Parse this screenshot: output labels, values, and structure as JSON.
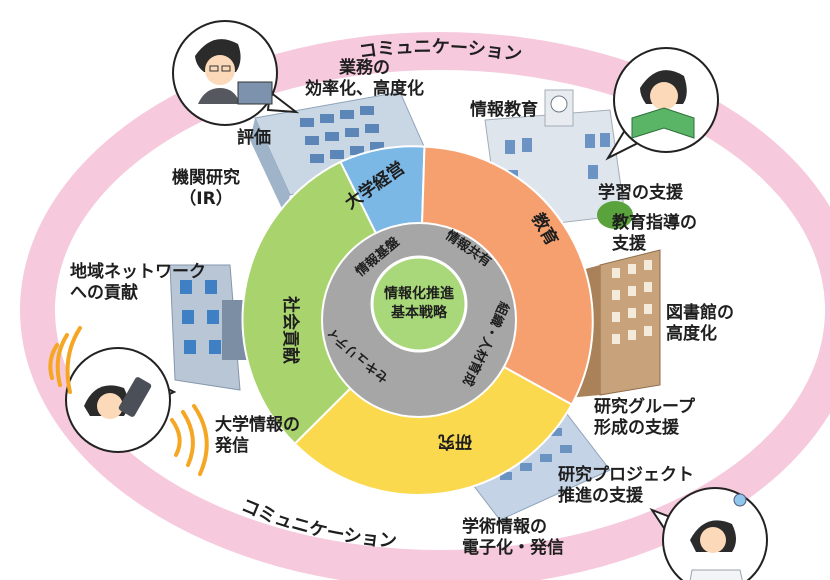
{
  "diagram": {
    "center": {
      "line1": "情報化推進",
      "line2": "基本戦略"
    },
    "inner_ring": {
      "items": [
        "情報基盤",
        "情報共有",
        "組織・人材育成",
        "セキュリティ"
      ]
    },
    "outer_ring": {
      "segments": [
        {
          "label": "大学経営",
          "color": "#7cb8e6"
        },
        {
          "label": "教育",
          "color": "#f6a070"
        },
        {
          "label": "研究",
          "color": "#fbd94e"
        },
        {
          "label": "社会貢献",
          "color": "#a9d36c"
        }
      ]
    },
    "communication": {
      "top": "コミュニケーション",
      "bottom": "コミュニケーション"
    },
    "labels": {
      "efficiency": "業務の\n効率化、高度化",
      "evaluation": "評価",
      "ir": "機関研究\n（IR）",
      "info_edu": "情報教育",
      "learning_support": "学習の支援",
      "edu_guidance": "教育指導の\n支援",
      "library": "図書館の\n高度化",
      "research_group": "研究グループ\n形成の支援",
      "research_project": "研究プロジェクト\n推進の支援",
      "academic_info": "学術情報の\n電子化・発信",
      "regional_network": "地域ネットワーク\nへの貢献",
      "univ_info": "大学情報の\n発信"
    }
  },
  "colors": {
    "outer_ellipse": "#f6c9dc",
    "inner_white": "#ffffff",
    "inner_ring": "#a6a6a6",
    "center": "#a8d879",
    "sound_waves": "#f5a623"
  },
  "icons": [
    "office-worker-pc-icon",
    "student-reading-icon",
    "phone-caller-icon",
    "researcher-microscope-icon",
    "university-building-icon",
    "library-building-icon",
    "office-building-icon",
    "research-building-icon"
  ]
}
